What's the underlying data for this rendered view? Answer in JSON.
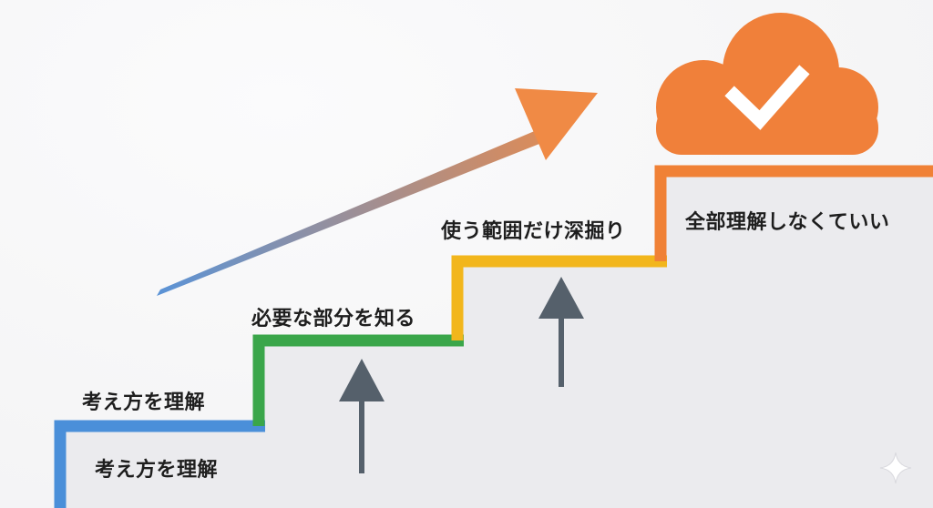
{
  "steps": [
    {
      "label": "考え方を理解",
      "color": "#4a8fd9"
    },
    {
      "label": "必要な部分を知る",
      "color": "#3aa64a"
    },
    {
      "label": "使う範囲だけ深掘り",
      "color": "#f2b61c"
    },
    {
      "label": "全部理解しなくていい",
      "color": "#f08136"
    }
  ],
  "base_label": "考え方を理解",
  "colors": {
    "cloud": "#f0803a",
    "check": "#ffffff",
    "up_arrow": "#55606b",
    "arrow_start": "#5b93d6",
    "arrow_end": "#f08a45",
    "fill": "#ececef"
  },
  "icons": [
    "cloud-check-icon",
    "trend-arrow-icon",
    "up-arrow-icon",
    "sparkle-icon"
  ]
}
